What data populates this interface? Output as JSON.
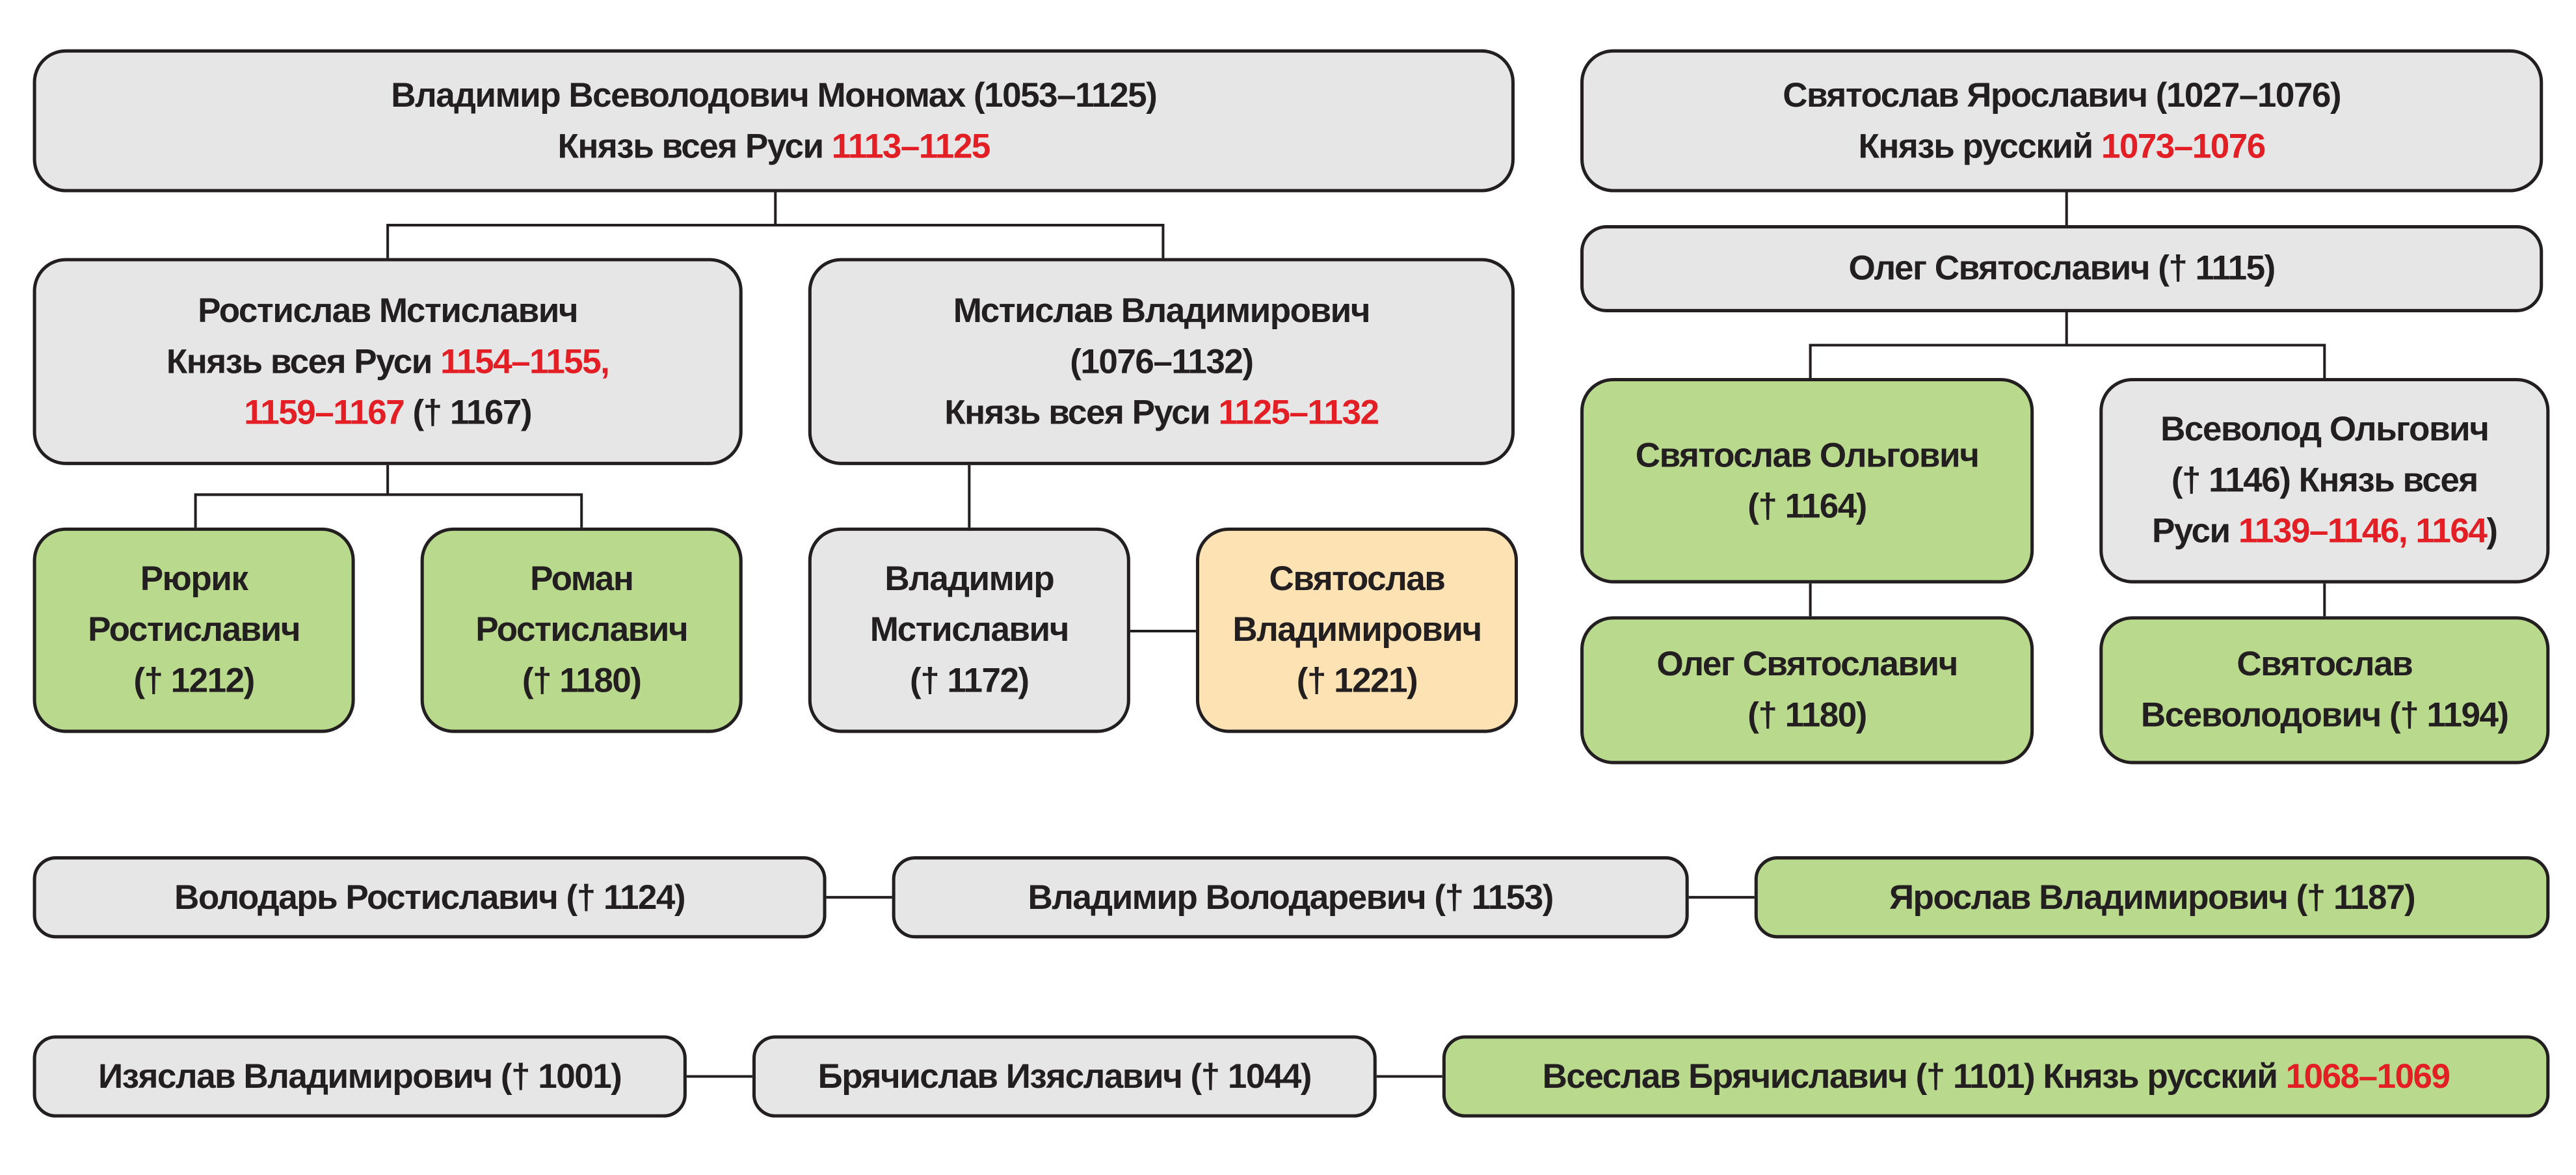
{
  "colors": {
    "gray": "#e6e6e6",
    "green": "#b9d98d",
    "orange": "#fde3b3",
    "red": "#e31e24",
    "border": "#231f20"
  },
  "nodes": {
    "monomakh": {
      "l1": "Владимир Всеволодович Мономах (1053–1125)",
      "l2a": "Князь всея Руси ",
      "l2b": "1113–1125"
    },
    "rostislav": {
      "l1": "Ростислав Мстиславич",
      "l2a": "Князь всея Руси ",
      "l2b": "1154–1155,",
      "l3a": "1159–1167",
      "l3b": " († 1167)"
    },
    "mstislav": {
      "l1": "Мстислав Владимирович",
      "l2": "(1076–1132)",
      "l3a": "Князь всея Руси ",
      "l3b": "1125–1132"
    },
    "ryurik": {
      "l1": "Рюрик",
      "l2": "Ростиславич",
      "l3": "(† 1212)"
    },
    "roman": {
      "l1": "Роман",
      "l2": "Ростиславич",
      "l3": "(† 1180)"
    },
    "vladimir_m": {
      "l1": "Владимир",
      "l2": "Мстиславич",
      "l3": "(† 1172)"
    },
    "svyatoslav_v": {
      "l1": "Святослав",
      "l2": "Владимирович",
      "l3": "(† 1221)"
    },
    "svyatoslav_ya": {
      "l1": "Святослав Ярославич (1027–1076)",
      "l2a": "Князь русский ",
      "l2b": "1073–1076"
    },
    "oleg": {
      "l1": "Олег Святославич († 1115)"
    },
    "svyatoslav_o": {
      "l1": "Святослав Ольгович",
      "l2": "(† 1164)"
    },
    "vsevolod_o": {
      "l1": "Всеволод Ольгович",
      "l2": "(† 1146) Князь всея",
      "l3a": "Руси ",
      "l3b": "1139–1146, 1164",
      "l3c": ")"
    },
    "oleg2": {
      "l1": "Олег Святославич",
      "l2": "(† 1180)"
    },
    "svyatoslav_vs": {
      "l1": "Святослав",
      "l2": "Всеволодович († 1194)"
    },
    "volodar": {
      "l1": "Володарь Ростиславич († 1124)"
    },
    "vladimir_vol": {
      "l1": "Владимир Володаревич († 1153)"
    },
    "yaroslav": {
      "l1": "Ярослав Владимирович († 1187)"
    },
    "izyaslav": {
      "l1": "Изяслав Владимирович († 1001)"
    },
    "bryachislav": {
      "l1": "Брячислав Изяславич († 1044)"
    },
    "vseslav": {
      "l1a": "Всеслав Брячиславич († 1101) Князь русский ",
      "l1b": "1068–1069"
    }
  }
}
